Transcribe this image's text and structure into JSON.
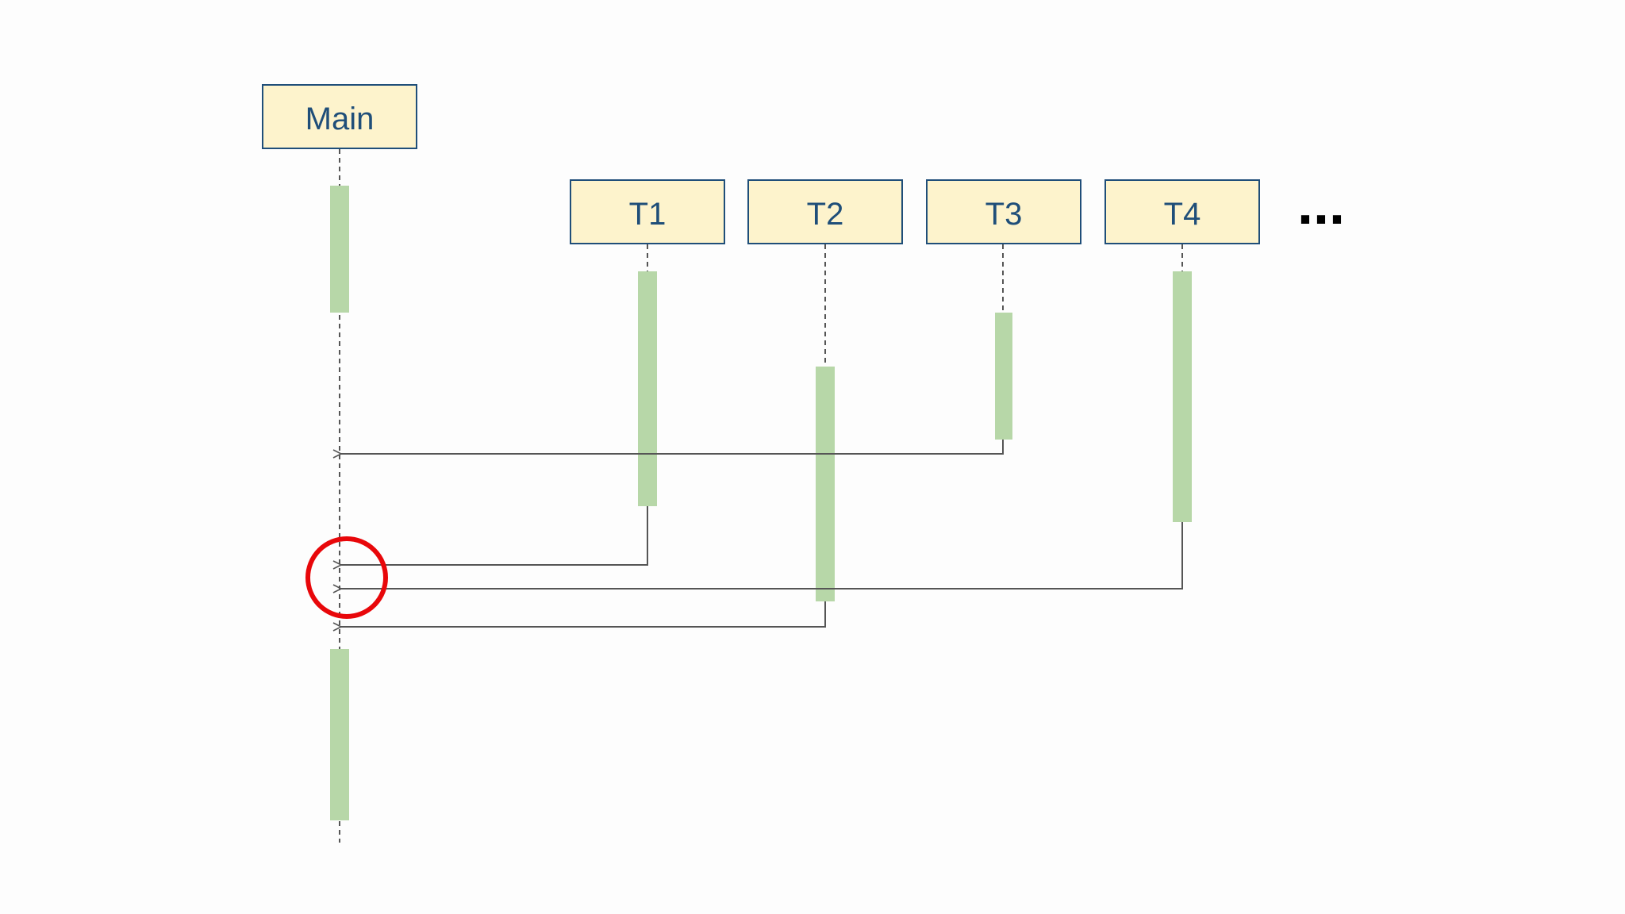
{
  "diagram": {
    "type": "sequence",
    "participants": [
      {
        "id": "main",
        "label": "Main"
      },
      {
        "id": "t1",
        "label": "T1"
      },
      {
        "id": "t2",
        "label": "T2"
      },
      {
        "id": "t3",
        "label": "T3"
      },
      {
        "id": "t4",
        "label": "T4"
      }
    ],
    "continuation": "...",
    "messages": [
      {
        "from": "t3",
        "to": "main"
      },
      {
        "from": "t1",
        "to": "main"
      },
      {
        "from": "t4",
        "to": "main"
      },
      {
        "from": "t2",
        "to": "main"
      }
    ],
    "highlight": {
      "shape": "circle",
      "color": "#e8070a",
      "target": "main"
    },
    "colors": {
      "box_fill": "#fdf3cc",
      "box_border": "#1f4e79",
      "label": "#1f4e79",
      "activation": "#b7d7a8",
      "line": "#555555"
    }
  }
}
